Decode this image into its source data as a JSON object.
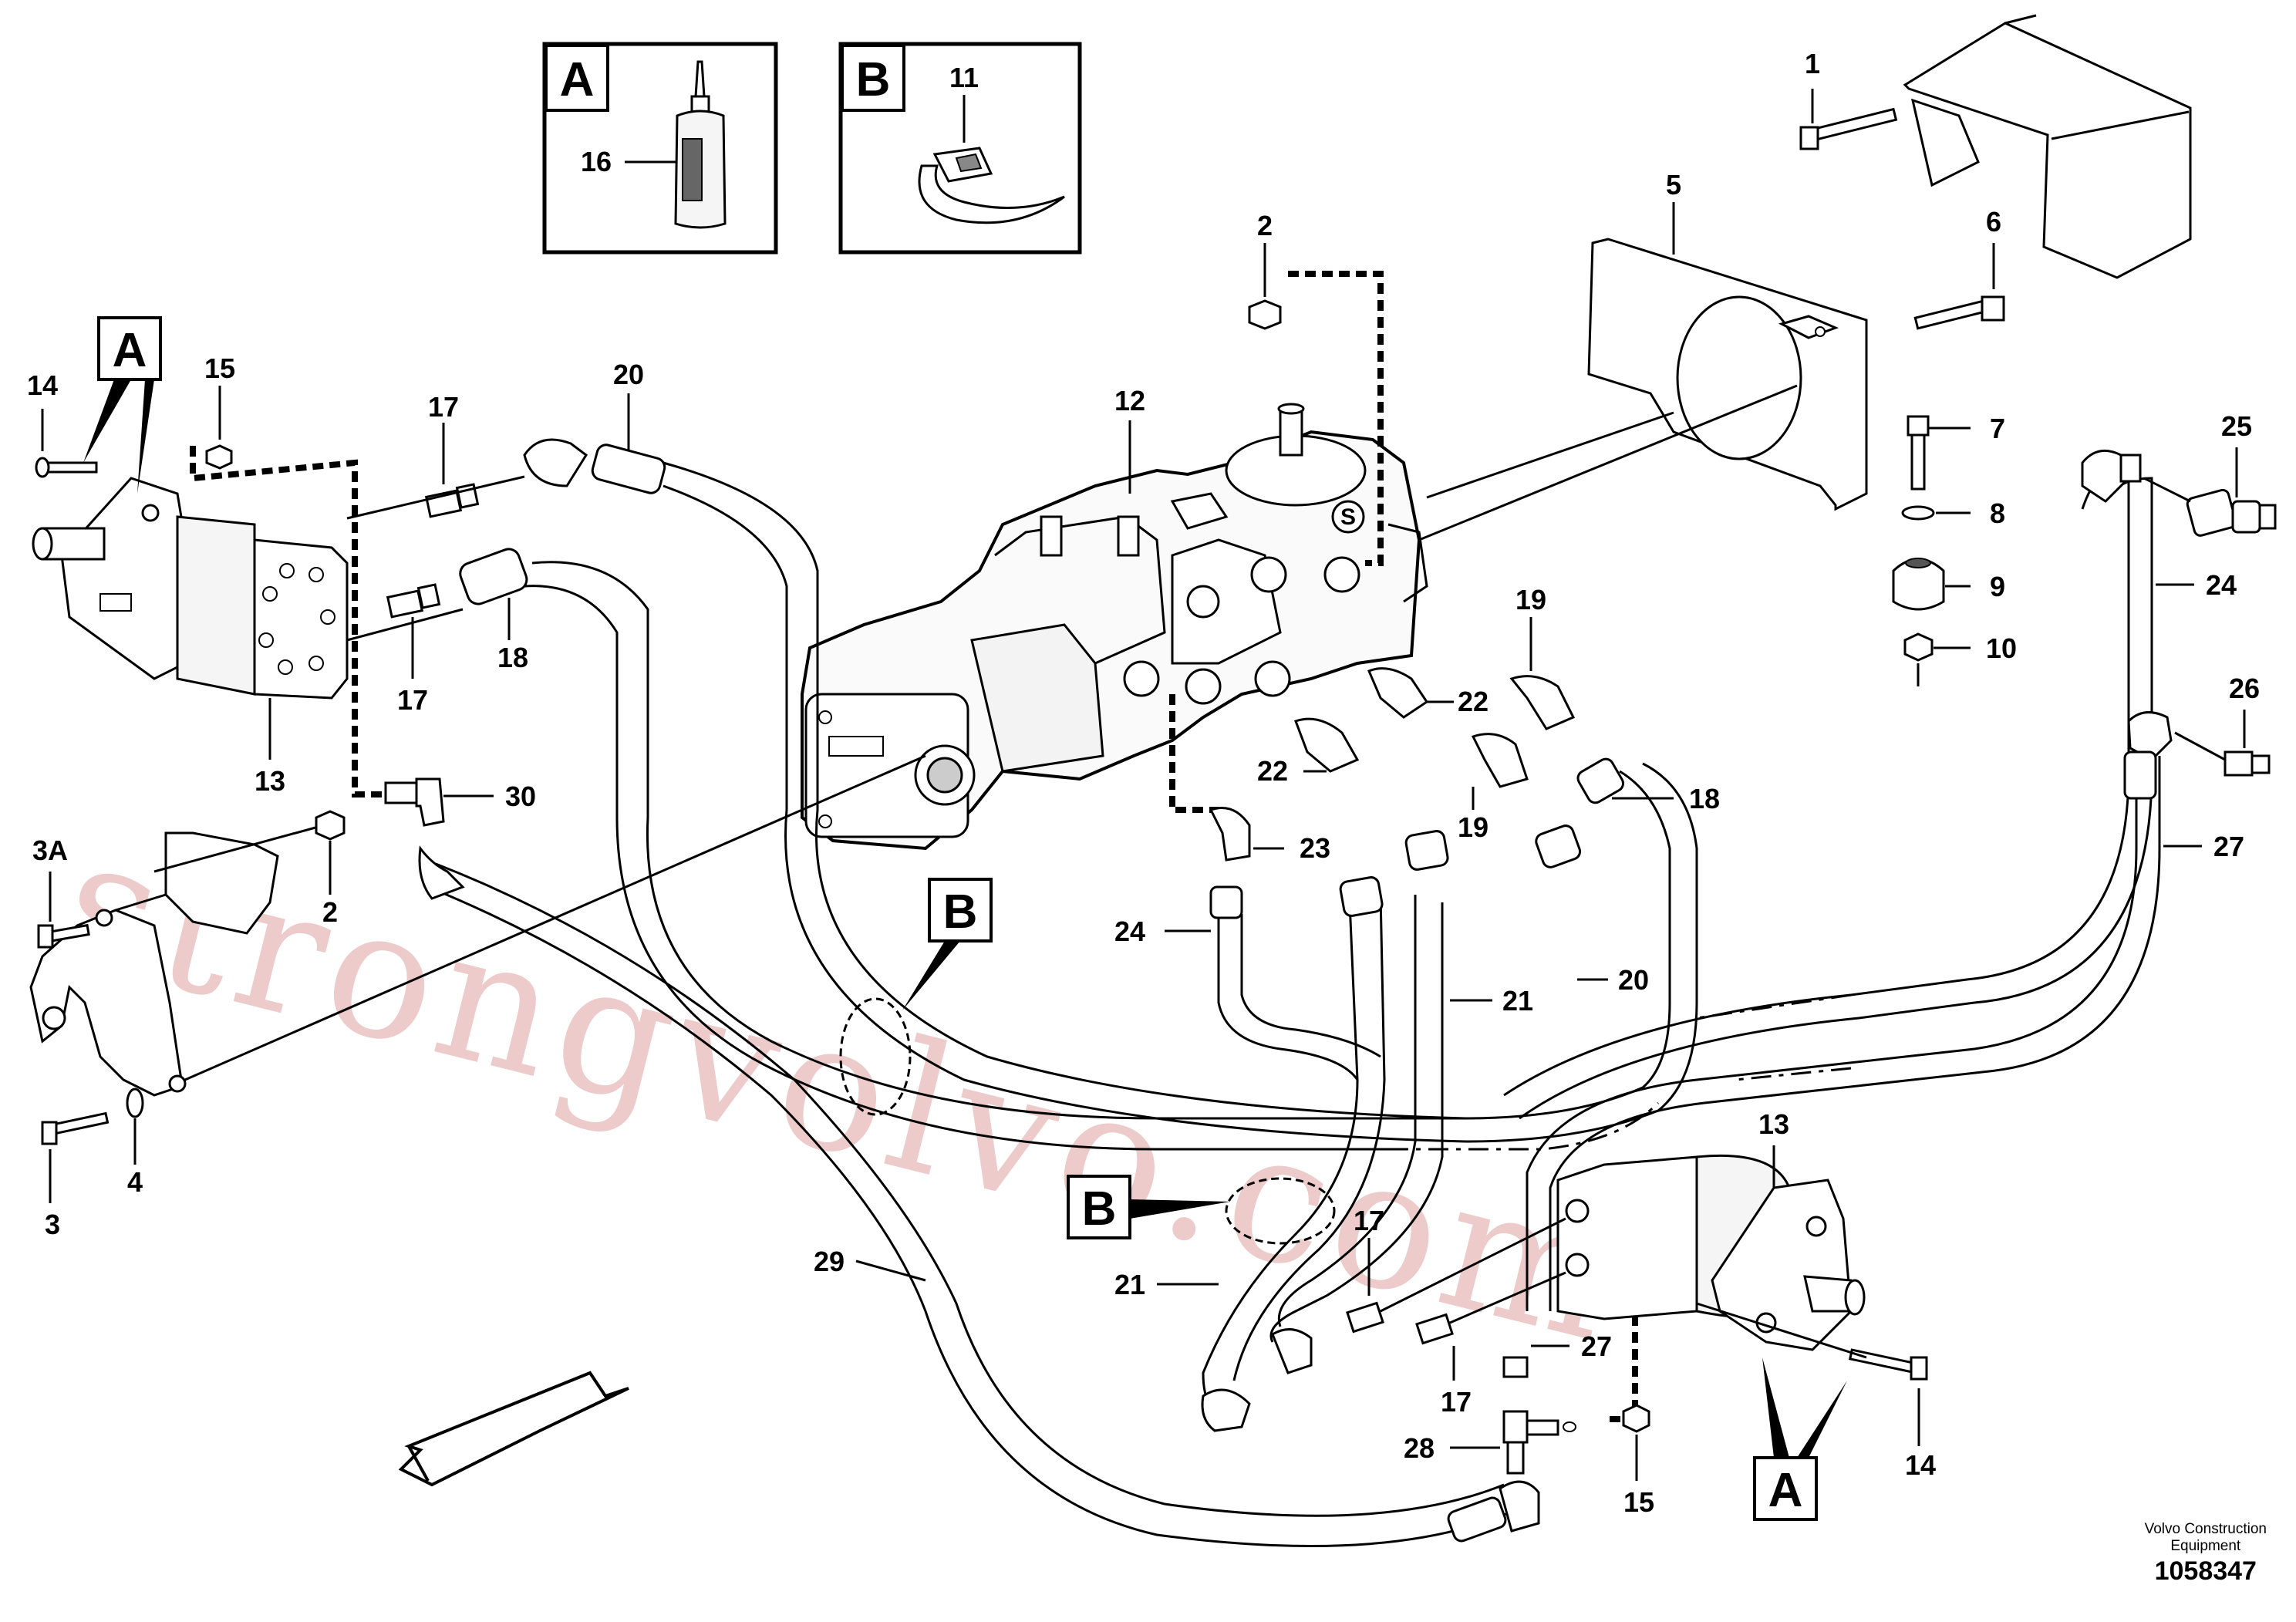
{
  "diagram": {
    "callouts": {
      "c1": "1",
      "c2a": "2",
      "c2b": "2",
      "c3": "3",
      "c3a": "3A",
      "c4": "4",
      "c5": "5",
      "c6": "6",
      "c7": "7",
      "c8": "8",
      "c9": "9",
      "c10": "10",
      "c11": "11",
      "c12": "12",
      "c13a": "13",
      "c13b": "13",
      "c14a": "14",
      "c14b": "14",
      "c15a": "15",
      "c15b": "15",
      "c16": "16",
      "c17a": "17",
      "c17b": "17",
      "c17c": "17",
      "c17d": "17",
      "c18a": "18",
      "c18b": "18",
      "c19a": "19",
      "c19b": "19",
      "c20a": "20",
      "c20b": "20",
      "c21a": "21",
      "c21b": "21",
      "c22a": "22",
      "c22b": "22",
      "c23": "23",
      "c24a": "24",
      "c24b": "24",
      "c25": "25",
      "c26": "26",
      "c27a": "27",
      "c27b": "27",
      "c28": "28",
      "c29": "29",
      "c30": "30"
    },
    "detail_boxes": {
      "a": "A",
      "b": "B"
    },
    "refs": {
      "a1": "A",
      "a2": "A",
      "b1": "B",
      "b2": "B"
    },
    "watermark": "strongvolvo.com"
  },
  "footer": {
    "brand_line1": "Volvo Construction",
    "brand_line2": "Equipment",
    "drawing_number": "1058347"
  }
}
